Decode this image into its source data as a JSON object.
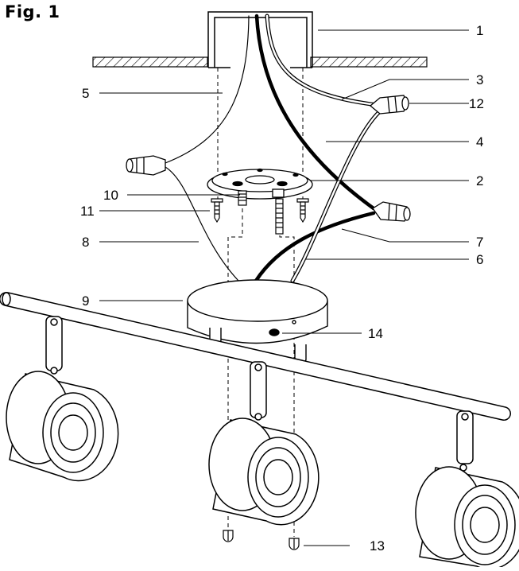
{
  "figure": {
    "title": "Fig. 1"
  },
  "callouts": {
    "c1": "1",
    "c2": "2",
    "c3": "3",
    "c4": "4",
    "c5": "5",
    "c6": "6",
    "c7": "7",
    "c8": "8",
    "c9": "9",
    "c10": "10",
    "c11": "11",
    "c12": "12",
    "c13": "13",
    "c14": "14"
  },
  "colors": {
    "line": "#000000",
    "background": "#ffffff",
    "wire_white": "#ffffff"
  }
}
